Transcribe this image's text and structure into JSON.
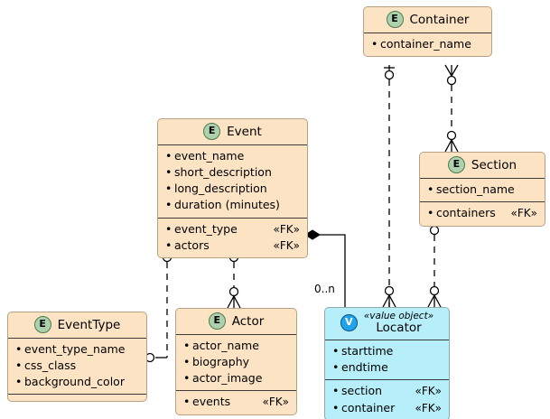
{
  "diagram": {
    "type": "uml-entity-relationship",
    "title": "",
    "colors": {
      "entity_fill": "#FBE3C4",
      "entity_border": "#B8A182",
      "value_object_fill": "#B6EEFA",
      "entity_badge_fill": "#ADD1AD",
      "value_badge_fill": "#20A5E8",
      "line": "#000000",
      "background": "#FFFFFF"
    },
    "entities": [
      {
        "id": "container",
        "name": "Container",
        "badge": "E",
        "stereotype": "",
        "kind": "entity",
        "compartments": [
          {
            "attributes": [
              {
                "name": "container_name",
                "fk": ""
              }
            ]
          }
        ]
      },
      {
        "id": "event",
        "name": "Event",
        "badge": "E",
        "stereotype": "",
        "kind": "entity",
        "compartments": [
          {
            "attributes": [
              {
                "name": "event_name",
                "fk": ""
              },
              {
                "name": "short_description",
                "fk": ""
              },
              {
                "name": "long_description",
                "fk": ""
              },
              {
                "name": "duration (minutes)",
                "fk": ""
              }
            ]
          },
          {
            "attributes": [
              {
                "name": "event_type",
                "fk": "«FK»"
              },
              {
                "name": "actors",
                "fk": "«FK»"
              }
            ]
          }
        ]
      },
      {
        "id": "section",
        "name": "Section",
        "badge": "E",
        "stereotype": "",
        "kind": "entity",
        "compartments": [
          {
            "attributes": [
              {
                "name": "section_name",
                "fk": ""
              }
            ]
          },
          {
            "attributes": [
              {
                "name": "containers",
                "fk": "«FK»"
              }
            ]
          }
        ]
      },
      {
        "id": "eventtype",
        "name": "EventType",
        "badge": "E",
        "stereotype": "",
        "kind": "entity",
        "compartments": [
          {
            "attributes": [
              {
                "name": "event_type_name",
                "fk": ""
              },
              {
                "name": "css_class",
                "fk": ""
              },
              {
                "name": "background_color",
                "fk": ""
              }
            ]
          },
          {
            "attributes": []
          }
        ]
      },
      {
        "id": "actor",
        "name": "Actor",
        "badge": "E",
        "stereotype": "",
        "kind": "entity",
        "compartments": [
          {
            "attributes": [
              {
                "name": "actor_name",
                "fk": ""
              },
              {
                "name": "biography",
                "fk": ""
              },
              {
                "name": "actor_image",
                "fk": ""
              }
            ]
          },
          {
            "attributes": [
              {
                "name": "events",
                "fk": "«FK»"
              }
            ]
          }
        ]
      },
      {
        "id": "locator",
        "name": "Locator",
        "badge": "V",
        "stereotype": "«value object»",
        "kind": "value-object",
        "compartments": [
          {
            "attributes": [
              {
                "name": "starttime",
                "fk": ""
              },
              {
                "name": "endtime",
                "fk": ""
              }
            ]
          },
          {
            "attributes": [
              {
                "name": "section",
                "fk": "«FK»"
              },
              {
                "name": "container",
                "fk": "«FK»"
              }
            ]
          }
        ]
      }
    ],
    "relationships": [
      {
        "from": "event",
        "to": "locator",
        "label": "0..n",
        "style": "composition"
      },
      {
        "from": "container",
        "to": "locator",
        "label": "",
        "style": "crowsfoot-dashed"
      },
      {
        "from": "container",
        "to": "section",
        "label": "",
        "style": "crowsfoot-dashed"
      },
      {
        "from": "section",
        "to": "locator",
        "label": "",
        "style": "crowsfoot-dashed"
      },
      {
        "from": "event",
        "to": "eventtype",
        "label": "",
        "style": "crowsfoot-dashed"
      },
      {
        "from": "event",
        "to": "actor",
        "label": "",
        "style": "crowsfoot-dashed"
      }
    ],
    "labels": {
      "event_locator_multiplicity": "0..n"
    }
  }
}
